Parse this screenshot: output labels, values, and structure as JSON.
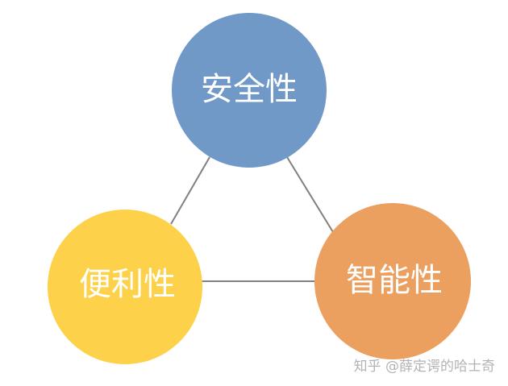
{
  "nodes": [
    {
      "id": "security",
      "label": "安全性",
      "color": "#7199c8"
    },
    {
      "id": "intelligence",
      "label": "智能性",
      "color": "#eba060"
    },
    {
      "id": "convenience",
      "label": "便利性",
      "color": "#fdd24a"
    }
  ],
  "edge_color": "#808080",
  "watermark": "知乎 @薛定谔的哈士奇"
}
